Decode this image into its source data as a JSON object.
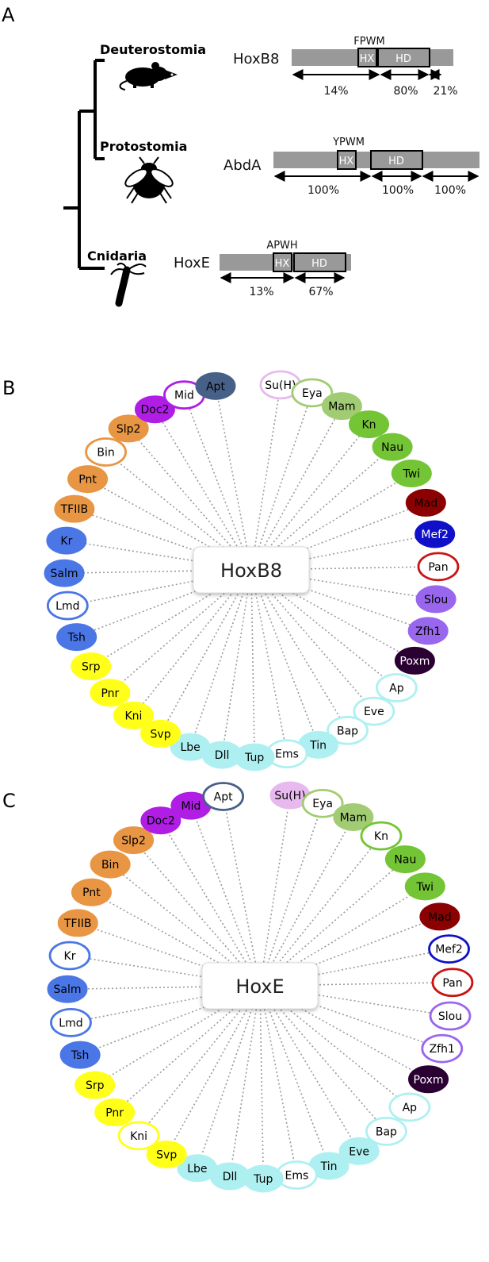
{
  "panel_a": {
    "letter": "A",
    "taxa": [
      {
        "name": "Deuterostomia",
        "organism_icon": "mouse-icon"
      },
      {
        "name": "Protostomia",
        "organism_icon": "fly-icon"
      },
      {
        "name": "Cnidaria",
        "organism_icon": "hydra-icon"
      }
    ],
    "proteins": [
      {
        "name": "HoxB8",
        "motif": "FPWM",
        "domains": [
          "HX",
          "HD"
        ],
        "percents": [
          "14%",
          "80%",
          "21%"
        ]
      },
      {
        "name": "AbdA",
        "motif": "YPWM",
        "domains": [
          "HX",
          "HD"
        ],
        "percents": [
          "100%",
          "100%",
          "100%"
        ]
      },
      {
        "name": "HoxE",
        "motif": "APWH",
        "domains": [
          "HX",
          "HD"
        ],
        "percents": [
          "13%",
          "67%"
        ]
      }
    ],
    "colors": {
      "protein_bar": "#999999",
      "domain_border": "#000000"
    }
  },
  "panel_b": {
    "letter": "B",
    "hub": "HoxB8",
    "nodes": [
      {
        "label": "Su(H)",
        "style": "outline",
        "color": "#e7b9ee",
        "text": "#000000"
      },
      {
        "label": "Eya",
        "style": "outline",
        "color": "#a2cc74",
        "text": "#000000"
      },
      {
        "label": "Mam",
        "style": "filled",
        "color": "#a2cc74",
        "text": "#000000"
      },
      {
        "label": "Kn",
        "style": "filled",
        "color": "#73c535",
        "text": "#000000"
      },
      {
        "label": "Nau",
        "style": "filled",
        "color": "#73c535",
        "text": "#000000"
      },
      {
        "label": "Twi",
        "style": "filled",
        "color": "#73c535",
        "text": "#000000"
      },
      {
        "label": "Mad",
        "style": "filled",
        "color": "#8b0000",
        "text": "#000000"
      },
      {
        "label": "Mef2",
        "style": "filled",
        "color": "#1010c8",
        "text": "#ffffff"
      },
      {
        "label": "Pan",
        "style": "outline",
        "color": "#c81414",
        "text": "#000000"
      },
      {
        "label": "Slou",
        "style": "filled",
        "color": "#9966ee",
        "text": "#000000"
      },
      {
        "label": "Zfh1",
        "style": "filled",
        "color": "#9966ee",
        "text": "#000000"
      },
      {
        "label": "Poxm",
        "style": "filled",
        "color": "#2a0033",
        "text": "#ffffff"
      },
      {
        "label": "Ap",
        "style": "outline",
        "color": "#aef0f2",
        "text": "#000000"
      },
      {
        "label": "Eve",
        "style": "outline",
        "color": "#aef0f2",
        "text": "#000000"
      },
      {
        "label": "Bap",
        "style": "outline",
        "color": "#aef0f2",
        "text": "#000000"
      },
      {
        "label": "Tin",
        "style": "filled",
        "color": "#aef0f2",
        "text": "#000000"
      },
      {
        "label": "Ems",
        "style": "outline",
        "color": "#aef0f2",
        "text": "#000000"
      },
      {
        "label": "Tup",
        "style": "filled",
        "color": "#aef0f2",
        "text": "#000000"
      },
      {
        "label": "Dll",
        "style": "filled",
        "color": "#aef0f2",
        "text": "#000000"
      },
      {
        "label": "Lbe",
        "style": "filled",
        "color": "#aef0f2",
        "text": "#000000"
      },
      {
        "label": "Svp",
        "style": "filled",
        "color": "#ffff1a",
        "text": "#000000"
      },
      {
        "label": "Kni",
        "style": "filled",
        "color": "#ffff1a",
        "text": "#000000"
      },
      {
        "label": "Pnr",
        "style": "filled",
        "color": "#ffff1a",
        "text": "#000000"
      },
      {
        "label": "Srp",
        "style": "filled",
        "color": "#ffff1a",
        "text": "#000000"
      },
      {
        "label": "Tsh",
        "style": "filled",
        "color": "#4a76e6",
        "text": "#000000"
      },
      {
        "label": "Lmd",
        "style": "outline",
        "color": "#4a76e6",
        "text": "#000000"
      },
      {
        "label": "Salm",
        "style": "filled",
        "color": "#4a76e6",
        "text": "#000000"
      },
      {
        "label": "Kr",
        "style": "filled",
        "color": "#4a76e6",
        "text": "#000000"
      },
      {
        "label": "TFIIB",
        "style": "filled",
        "color": "#e89544",
        "text": "#000000"
      },
      {
        "label": "Pnt",
        "style": "filled",
        "color": "#e89544",
        "text": "#000000"
      },
      {
        "label": "Bin",
        "style": "outline",
        "color": "#e89544",
        "text": "#000000"
      },
      {
        "label": "Slp2",
        "style": "filled",
        "color": "#e89544",
        "text": "#000000"
      },
      {
        "label": "Doc2",
        "style": "filled",
        "color": "#b01ee6",
        "text": "#000000"
      },
      {
        "label": "Mid",
        "style": "outline",
        "color": "#b01ee6",
        "text": "#000000"
      },
      {
        "label": "Apt",
        "style": "filled",
        "color": "#466088",
        "text": "#000000"
      }
    ]
  },
  "panel_c": {
    "letter": "C",
    "hub": "HoxE",
    "nodes": [
      {
        "label": "Su(H)",
        "style": "filled",
        "color": "#e7b9ee",
        "text": "#000000"
      },
      {
        "label": "Eya",
        "style": "outline",
        "color": "#a2cc74",
        "text": "#000000"
      },
      {
        "label": "Mam",
        "style": "filled",
        "color": "#a2cc74",
        "text": "#000000"
      },
      {
        "label": "Kn",
        "style": "outline",
        "color": "#73c535",
        "text": "#000000"
      },
      {
        "label": "Nau",
        "style": "filled",
        "color": "#73c535",
        "text": "#000000"
      },
      {
        "label": "Twi",
        "style": "filled",
        "color": "#73c535",
        "text": "#000000"
      },
      {
        "label": "Mad",
        "style": "filled",
        "color": "#8b0000",
        "text": "#000000"
      },
      {
        "label": "Mef2",
        "style": "outline",
        "color": "#1010c8",
        "text": "#000000"
      },
      {
        "label": "Pan",
        "style": "outline",
        "color": "#c81414",
        "text": "#000000"
      },
      {
        "label": "Slou",
        "style": "outline",
        "color": "#9966ee",
        "text": "#000000"
      },
      {
        "label": "Zfh1",
        "style": "outline",
        "color": "#9966ee",
        "text": "#000000"
      },
      {
        "label": "Poxm",
        "style": "filled",
        "color": "#2a0033",
        "text": "#ffffff"
      },
      {
        "label": "Ap",
        "style": "outline",
        "color": "#aef0f2",
        "text": "#000000"
      },
      {
        "label": "Bap",
        "style": "outline",
        "color": "#aef0f2",
        "text": "#000000"
      },
      {
        "label": "Eve",
        "style": "filled",
        "color": "#aef0f2",
        "text": "#000000"
      },
      {
        "label": "Tin",
        "style": "filled",
        "color": "#aef0f2",
        "text": "#000000"
      },
      {
        "label": "Ems",
        "style": "outline",
        "color": "#aef0f2",
        "text": "#000000"
      },
      {
        "label": "Tup",
        "style": "filled",
        "color": "#aef0f2",
        "text": "#000000"
      },
      {
        "label": "Dll",
        "style": "filled",
        "color": "#aef0f2",
        "text": "#000000"
      },
      {
        "label": "Lbe",
        "style": "filled",
        "color": "#aef0f2",
        "text": "#000000"
      },
      {
        "label": "Svp",
        "style": "filled",
        "color": "#ffff1a",
        "text": "#000000"
      },
      {
        "label": "Kni",
        "style": "outline",
        "color": "#ffff1a",
        "text": "#000000"
      },
      {
        "label": "Pnr",
        "style": "filled",
        "color": "#ffff1a",
        "text": "#000000"
      },
      {
        "label": "Srp",
        "style": "filled",
        "color": "#ffff1a",
        "text": "#000000"
      },
      {
        "label": "Tsh",
        "style": "filled",
        "color": "#4a76e6",
        "text": "#000000"
      },
      {
        "label": "Lmd",
        "style": "outline",
        "color": "#4a76e6",
        "text": "#000000"
      },
      {
        "label": "Salm",
        "style": "filled",
        "color": "#4a76e6",
        "text": "#000000"
      },
      {
        "label": "Kr",
        "style": "outline",
        "color": "#4a76e6",
        "text": "#000000"
      },
      {
        "label": "TFIIB",
        "style": "filled",
        "color": "#e89544",
        "text": "#000000"
      },
      {
        "label": "Pnt",
        "style": "filled",
        "color": "#e89544",
        "text": "#000000"
      },
      {
        "label": "Bin",
        "style": "filled",
        "color": "#e89544",
        "text": "#000000"
      },
      {
        "label": "Slp2",
        "style": "filled",
        "color": "#e89544",
        "text": "#000000"
      },
      {
        "label": "Doc2",
        "style": "filled",
        "color": "#b01ee6",
        "text": "#000000"
      },
      {
        "label": "Mid",
        "style": "filled",
        "color": "#b01ee6",
        "text": "#000000"
      },
      {
        "label": "Apt",
        "style": "outline",
        "color": "#466088",
        "text": "#000000"
      }
    ]
  }
}
